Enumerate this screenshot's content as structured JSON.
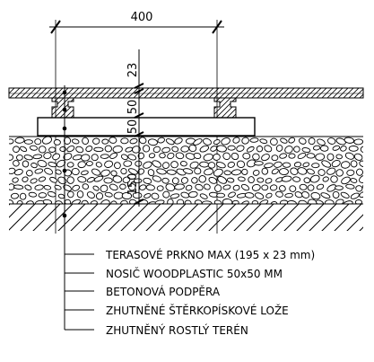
{
  "dimensions": {
    "width": "400",
    "deck": "23",
    "joist": "50",
    "pedestal": "50",
    "gravel": "150"
  },
  "legend": [
    "TERASOVÉ PRKNO MAX (195 x 23 mm)",
    "NOSIČ WOODPLASTIC 50x50 MM",
    "BETONOVÁ PODPĚRA",
    "ZHUTNĚNÉ ŠTĚRKOPÍSKOVÉ LOŽE",
    "ZHUTNĚNÝ ROSTLÝ TERÉN"
  ]
}
